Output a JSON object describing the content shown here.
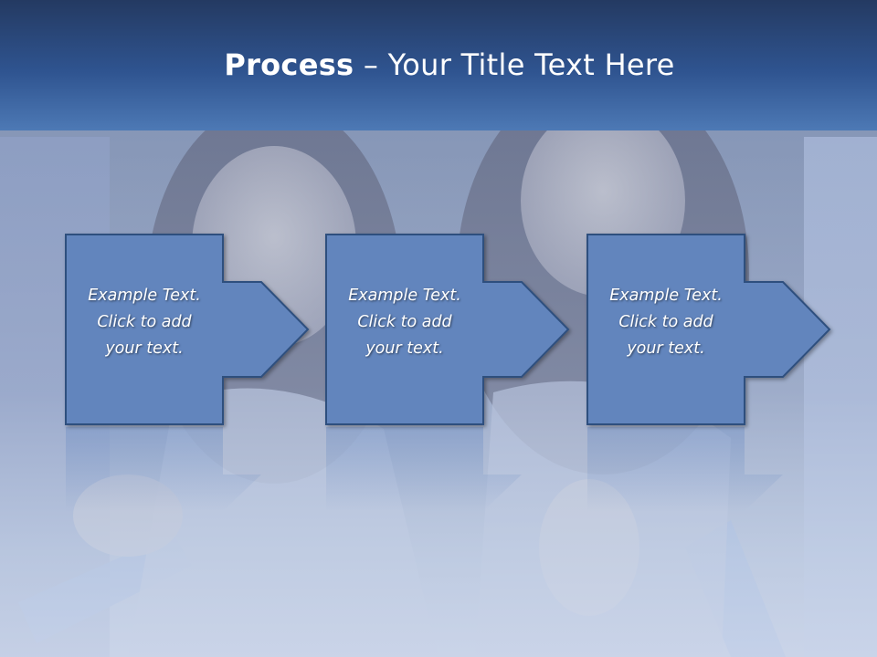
{
  "slide": {
    "title_bold": "Process",
    "title_rest": " – Your Title Text Here"
  },
  "steps": [
    {
      "lines": [
        "Example Text.",
        "Click  to add",
        "your text."
      ]
    },
    {
      "lines": [
        "Example Text.",
        "Click  to add",
        "your text."
      ]
    },
    {
      "lines": [
        "Example Text.",
        "Click  to add",
        "your text."
      ]
    }
  ],
  "colors": {
    "title_bar_top": "#243a62",
    "title_bar_bottom": "#4d79b5",
    "box_fill": "#6285bd",
    "box_border": "#2f4f7e",
    "text": "#ffffff"
  }
}
